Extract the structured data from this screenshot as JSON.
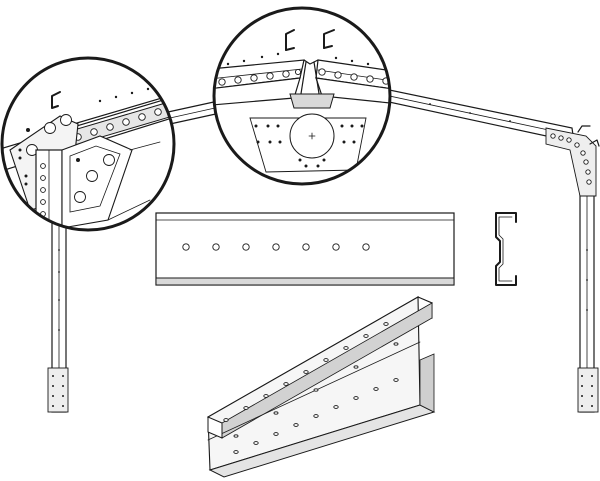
{
  "figure": {
    "description_icons": [
      "portal-frame",
      "eave-connection-detail",
      "ridge-connection-detail",
      "c-purlin-side-view",
      "c-section-profile",
      "c-purlin-perspective"
    ],
    "colors": {
      "line": "#1a1a1a",
      "shade": "#d9d9d9",
      "background": "#ffffff"
    },
    "purlin_hole_count": 7
  }
}
